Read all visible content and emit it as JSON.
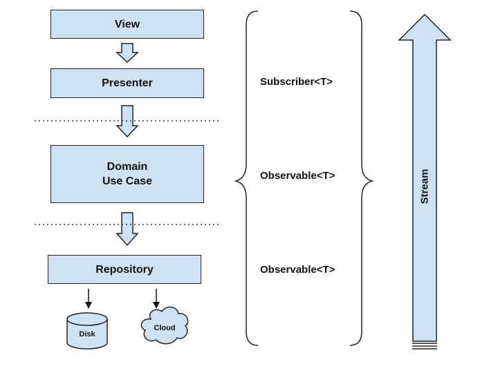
{
  "layers": {
    "view": "View",
    "presenter": "Presenter",
    "domain_line1": "Domain",
    "domain_line2": "Use Case",
    "repository": "Repository"
  },
  "stores": {
    "disk": "Disk",
    "cloud": "Cloud"
  },
  "rx_types": {
    "subscriber": "Subscriber<T>",
    "observable_domain": "Observable<T>",
    "observable_repository": "Observable<T>"
  },
  "stream": {
    "label": "Stream"
  },
  "colors": {
    "box_fill": "#cfe2f3",
    "stroke": "#222222",
    "background": "#ffffff"
  }
}
